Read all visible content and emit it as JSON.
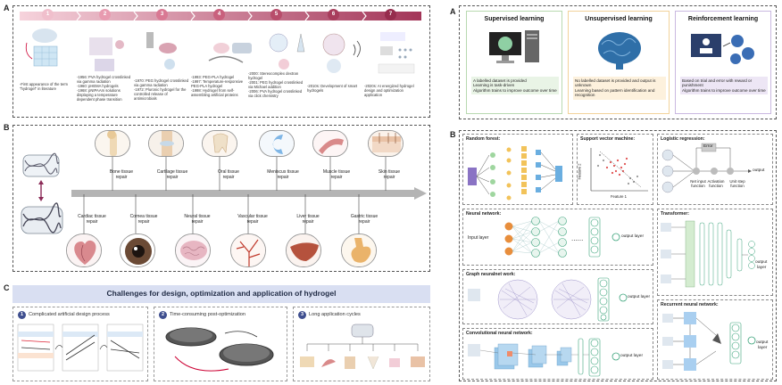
{
  "panelA": {
    "label": "A",
    "steps": [
      "1",
      "2",
      "3",
      "4",
      "5",
      "6",
      "7"
    ],
    "texts": [
      "-First appearance of the term \"hydrogel\" in literature",
      "-1956: PVA hydrogel crosslinked via gamma radiation\n-1960: pHEMA hydrogels\n-1968: pNIPAAm solutions displaying a temperature dependent phase transition",
      "-1970: PEG hydrogel crosslinked via gamma radiation\n-1972: Pluronic hydrogel for the controlled release of antimicrobials",
      "-1993: PEG-PLA hydrogel\n-1997: Temperature-responsive PEG-PLA hydrogel\n-1998: Hydrogel from self-assembling artificial proteins",
      "-2000: Stereocomplex dextran hydrogel\n-2001: PEG hydrogel crosslinked via Michael addition\n-2006: PVA hydrogel crosslinked via click chemistry",
      "-2010s: Development of smart hydrogels",
      "-2020s: AI energized hydrogel design and optimization application"
    ]
  },
  "panelB": {
    "label": "B",
    "top": [
      "Bone tissue\nrepair",
      "Cartilage tissue\nrepair",
      "Oral tissue\nrepair",
      "Meniscus tissue\nrepair",
      "Muscle tissue\nrepair",
      "Skin tissue\nrepair"
    ],
    "bottom": [
      "Cardiac tissue\nrepair",
      "Cornea tissue\nrepair",
      "Neural tissue\nrepair",
      "Vascular tissue\nrepair",
      "Liver tissue\nrepair",
      "Gastric tissue\nrepair"
    ]
  },
  "panelC": {
    "label": "C",
    "title": "Challenges for design, optimization and application of hydrogel",
    "items": [
      {
        "num": "1",
        "text": "Complicated artificial design process"
      },
      {
        "num": "2",
        "text": "Time-consuming post-optimization"
      },
      {
        "num": "3",
        "text": "Long application cycles"
      }
    ]
  },
  "rightA": {
    "label": "A",
    "boxes": [
      {
        "title": "Supervised learning",
        "bullets": [
          "A labelled dataset is provided",
          "Learning is task-driven",
          "Algorithm trains to improve outcome over time"
        ],
        "color": "#b8d9b0"
      },
      {
        "title": "Unsupervised learning",
        "bullets": [
          "No labelled dataset is provided and output is unknown",
          "Learning based on pattern identification and recognition"
        ],
        "color": "#f2d29a"
      },
      {
        "title": "Reinforcement learning",
        "bullets": [
          "Based on trial and error with reward or punishment",
          "Algorithm trains to improve outcome over time"
        ],
        "color": "#c9b8e0"
      }
    ]
  },
  "rightB": {
    "label": "B",
    "random_forest": "Random forest:",
    "svm": "Support vector machine:",
    "svm_f1": "Feature 1",
    "svm_f2": "Feature 2",
    "logistic": "Logistic regression:",
    "error": "Error",
    "output": "output",
    "net_input": "Net input function",
    "activation": "Activation function",
    "unit_step": "Unit step function",
    "neural": "Neural network:",
    "input_layer": "Input layer",
    "output_layer": "output layer",
    "transformer": "Transformer:",
    "graph": "Graph neuralnet work:",
    "recurrent": "Recurrent neural network:",
    "conv": "Convolutional neural network:",
    "layer": "layer"
  }
}
